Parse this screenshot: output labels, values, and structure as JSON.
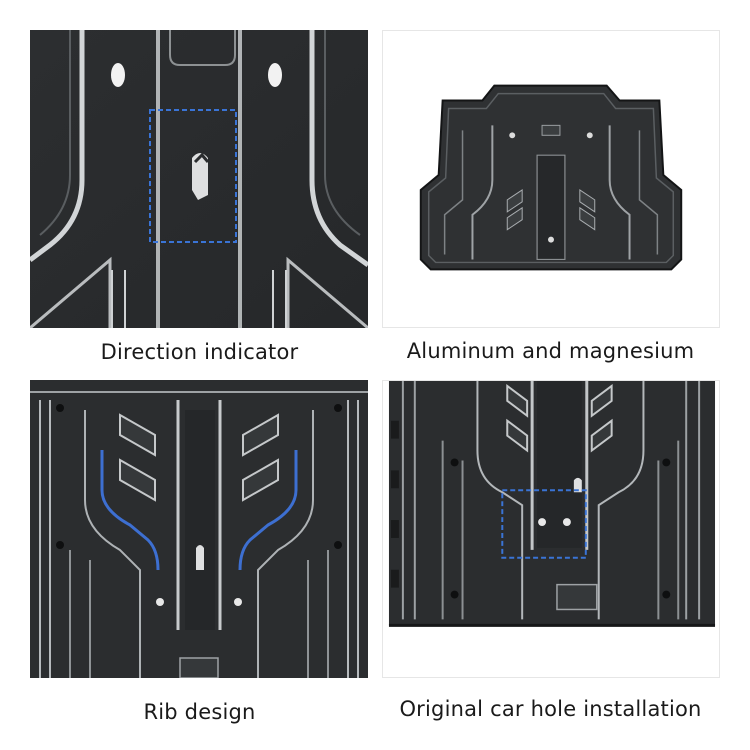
{
  "panels": [
    {
      "caption": "Direction indicator"
    },
    {
      "caption": "Aluminum and magnesium"
    },
    {
      "caption": "Rib design"
    },
    {
      "caption": "Original car hole installation"
    }
  ],
  "colors": {
    "plate": "#2f3133",
    "plate_dark": "#1f2123",
    "rib_highlight": "#c9ccce",
    "callout_box": "#3a74d6",
    "rib_accent": "#3d6fd1",
    "background": "#ffffff"
  }
}
